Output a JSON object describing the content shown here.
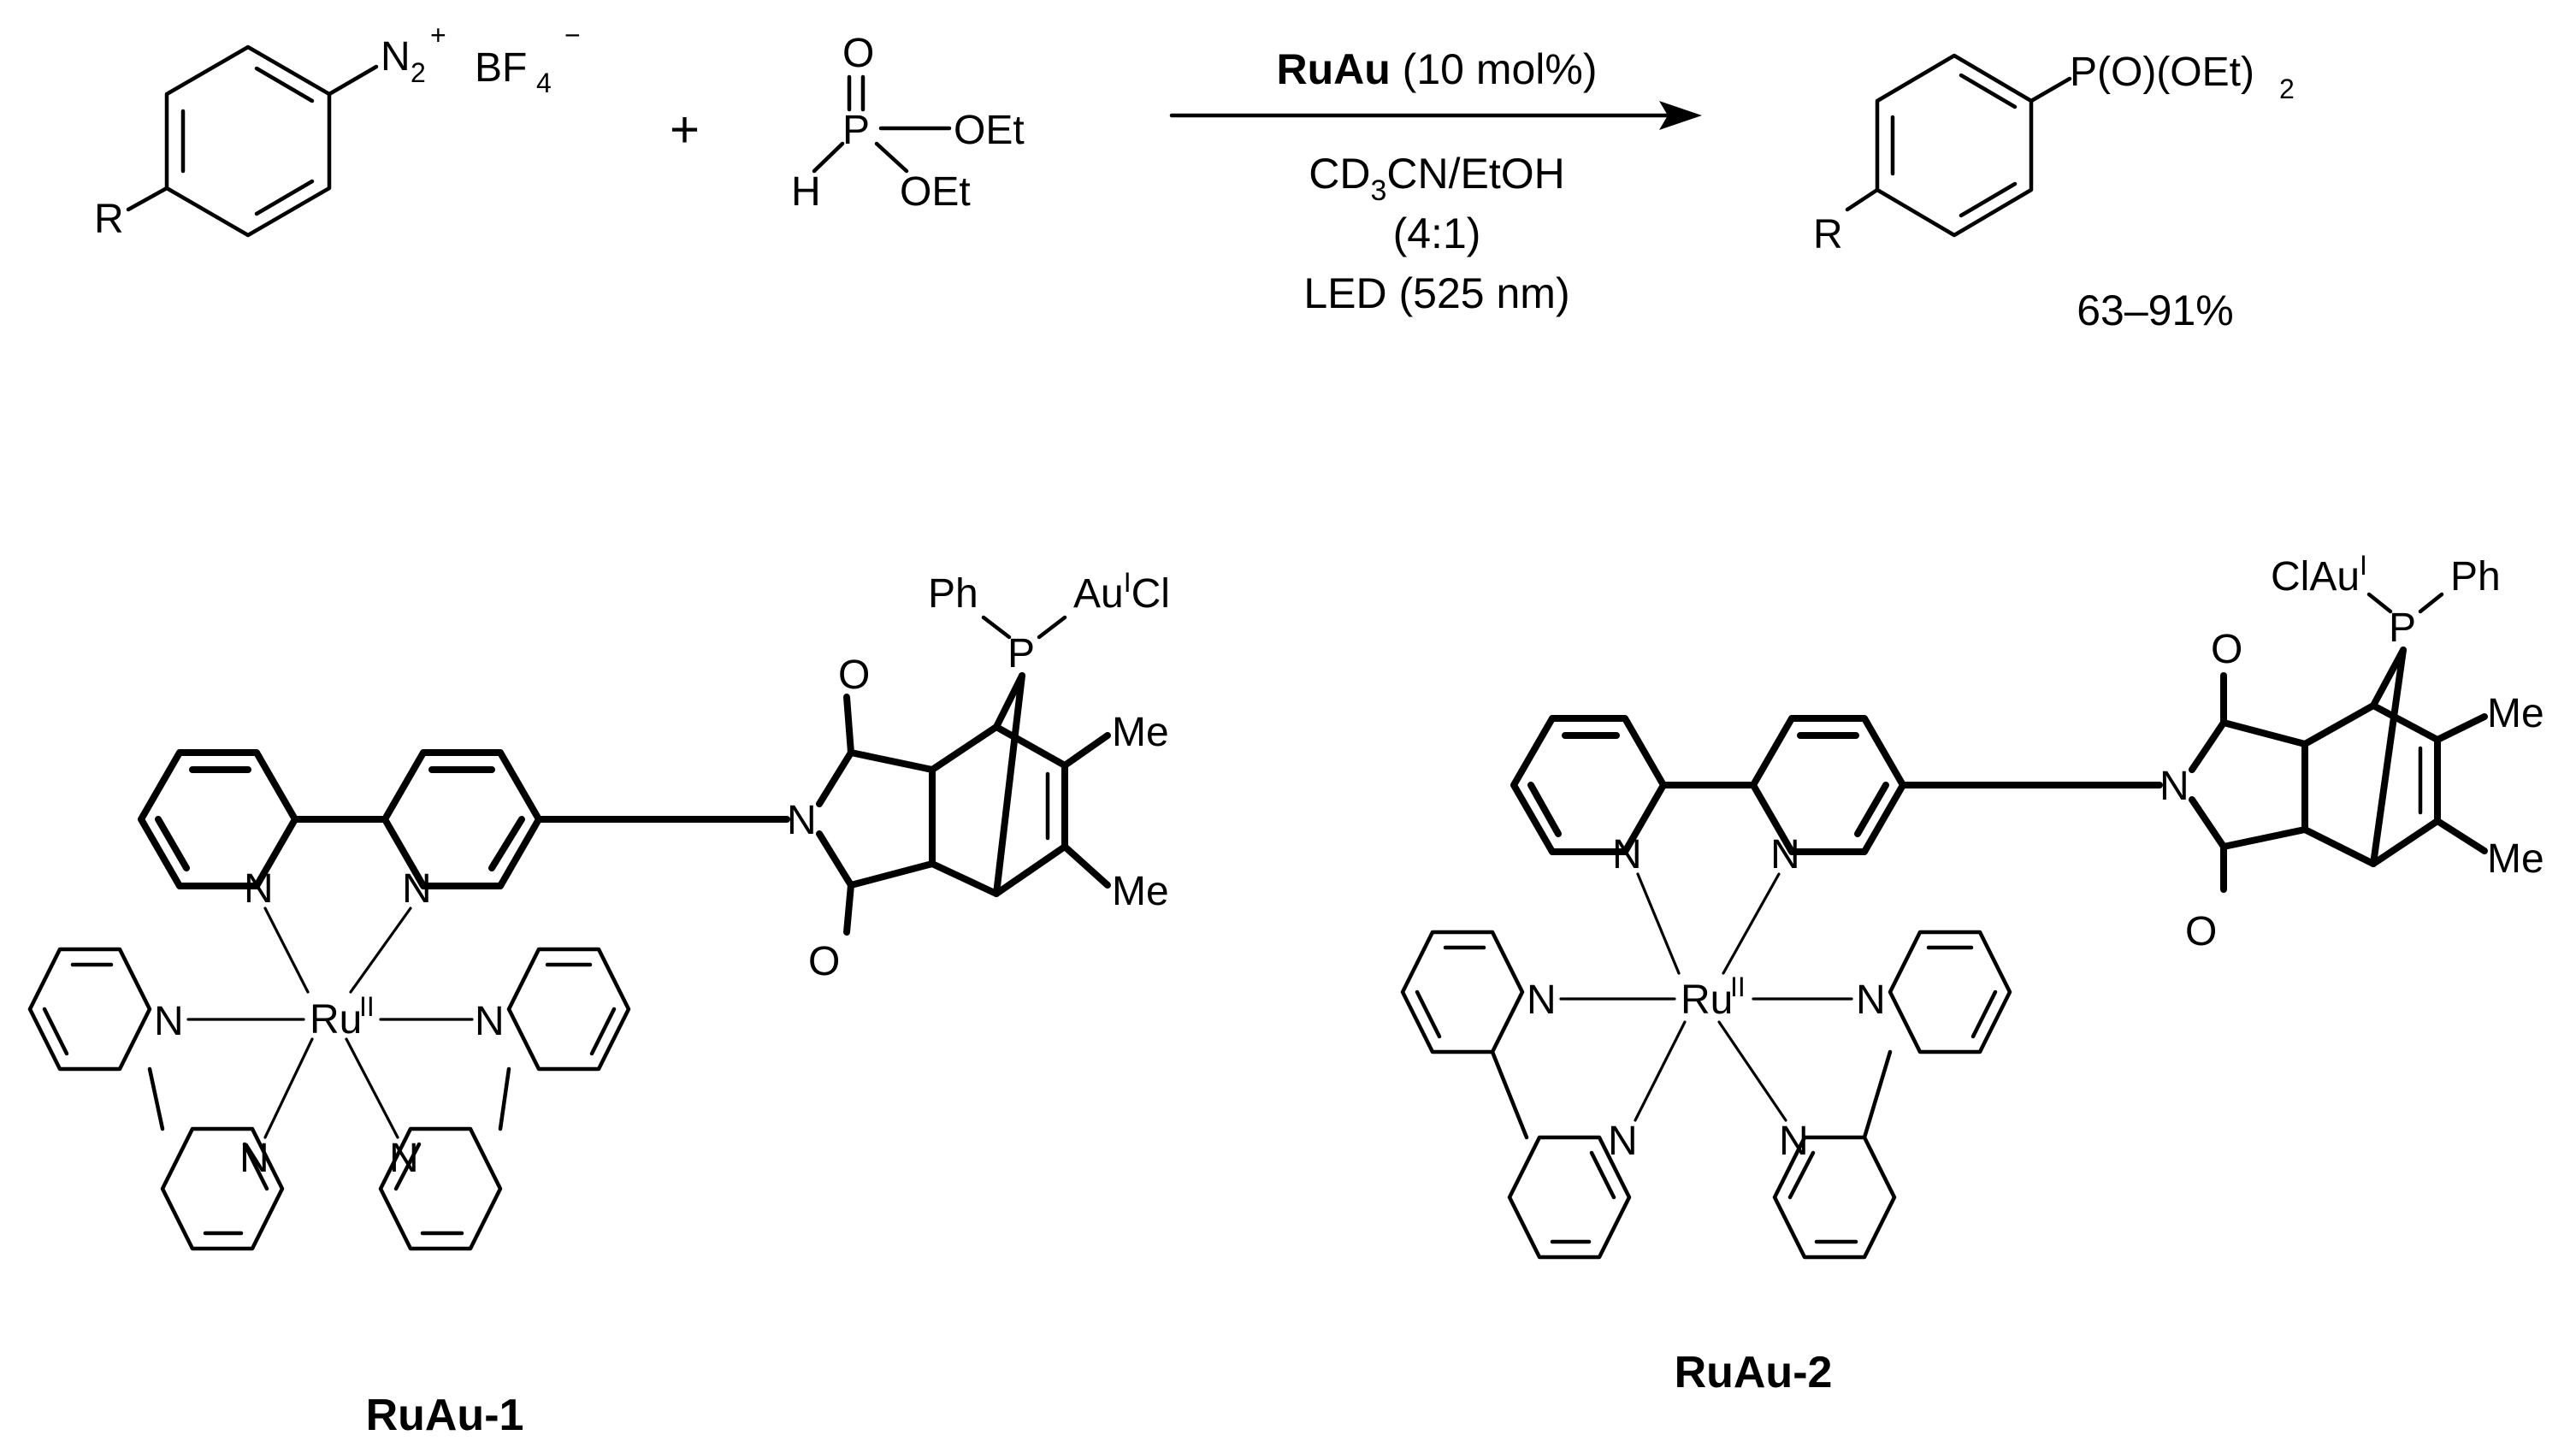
{
  "reaction": {
    "reactant1": {
      "substituent": "R",
      "diazonium": "N",
      "diazonium_sub": "2",
      "diazonium_charge": "+",
      "counterion": "BF",
      "counterion_sub": "4",
      "counterion_charge": "−"
    },
    "plus": "+",
    "reactant2": {
      "oxygen": "O",
      "phosphorus": "P",
      "hydrogen": "H",
      "ethoxy1": "OEt",
      "ethoxy2": "OEt"
    },
    "conditions": {
      "catalyst_name": "RuAu",
      "catalyst_loading": " (10 mol%)",
      "solvent_a": "CD",
      "solvent_sub": "3",
      "solvent_b": "CN/EtOH",
      "ratio": "(4:1)",
      "light": "LED (525 nm)"
    },
    "product": {
      "substituent": "R",
      "group": "P(O)(OEt)",
      "group_sub": "2",
      "yield": "63–91%"
    }
  },
  "catalysts": [
    {
      "name": "RuAu-1",
      "metal": "Ru",
      "metal_ox": "II",
      "gold_group": "Au",
      "gold_ox": "I",
      "gold_ligand": "Cl",
      "phenyl": "Ph",
      "phosphorus": "P",
      "methyl1": "Me",
      "methyl2": "Me",
      "imide_N": "N",
      "carbonyl_O1": "O",
      "carbonyl_O2": "O",
      "pyridine_N": "N"
    },
    {
      "name": "RuAu-2",
      "metal": "Ru",
      "metal_ox": "II",
      "gold_group": "ClAu",
      "gold_ox": "I",
      "phenyl": "Ph",
      "phosphorus": "P",
      "methyl1": "Me",
      "methyl2": "Me",
      "imide_N": "N",
      "carbonyl_O1": "O",
      "carbonyl_O2": "O",
      "pyridine_N": "N"
    }
  ]
}
